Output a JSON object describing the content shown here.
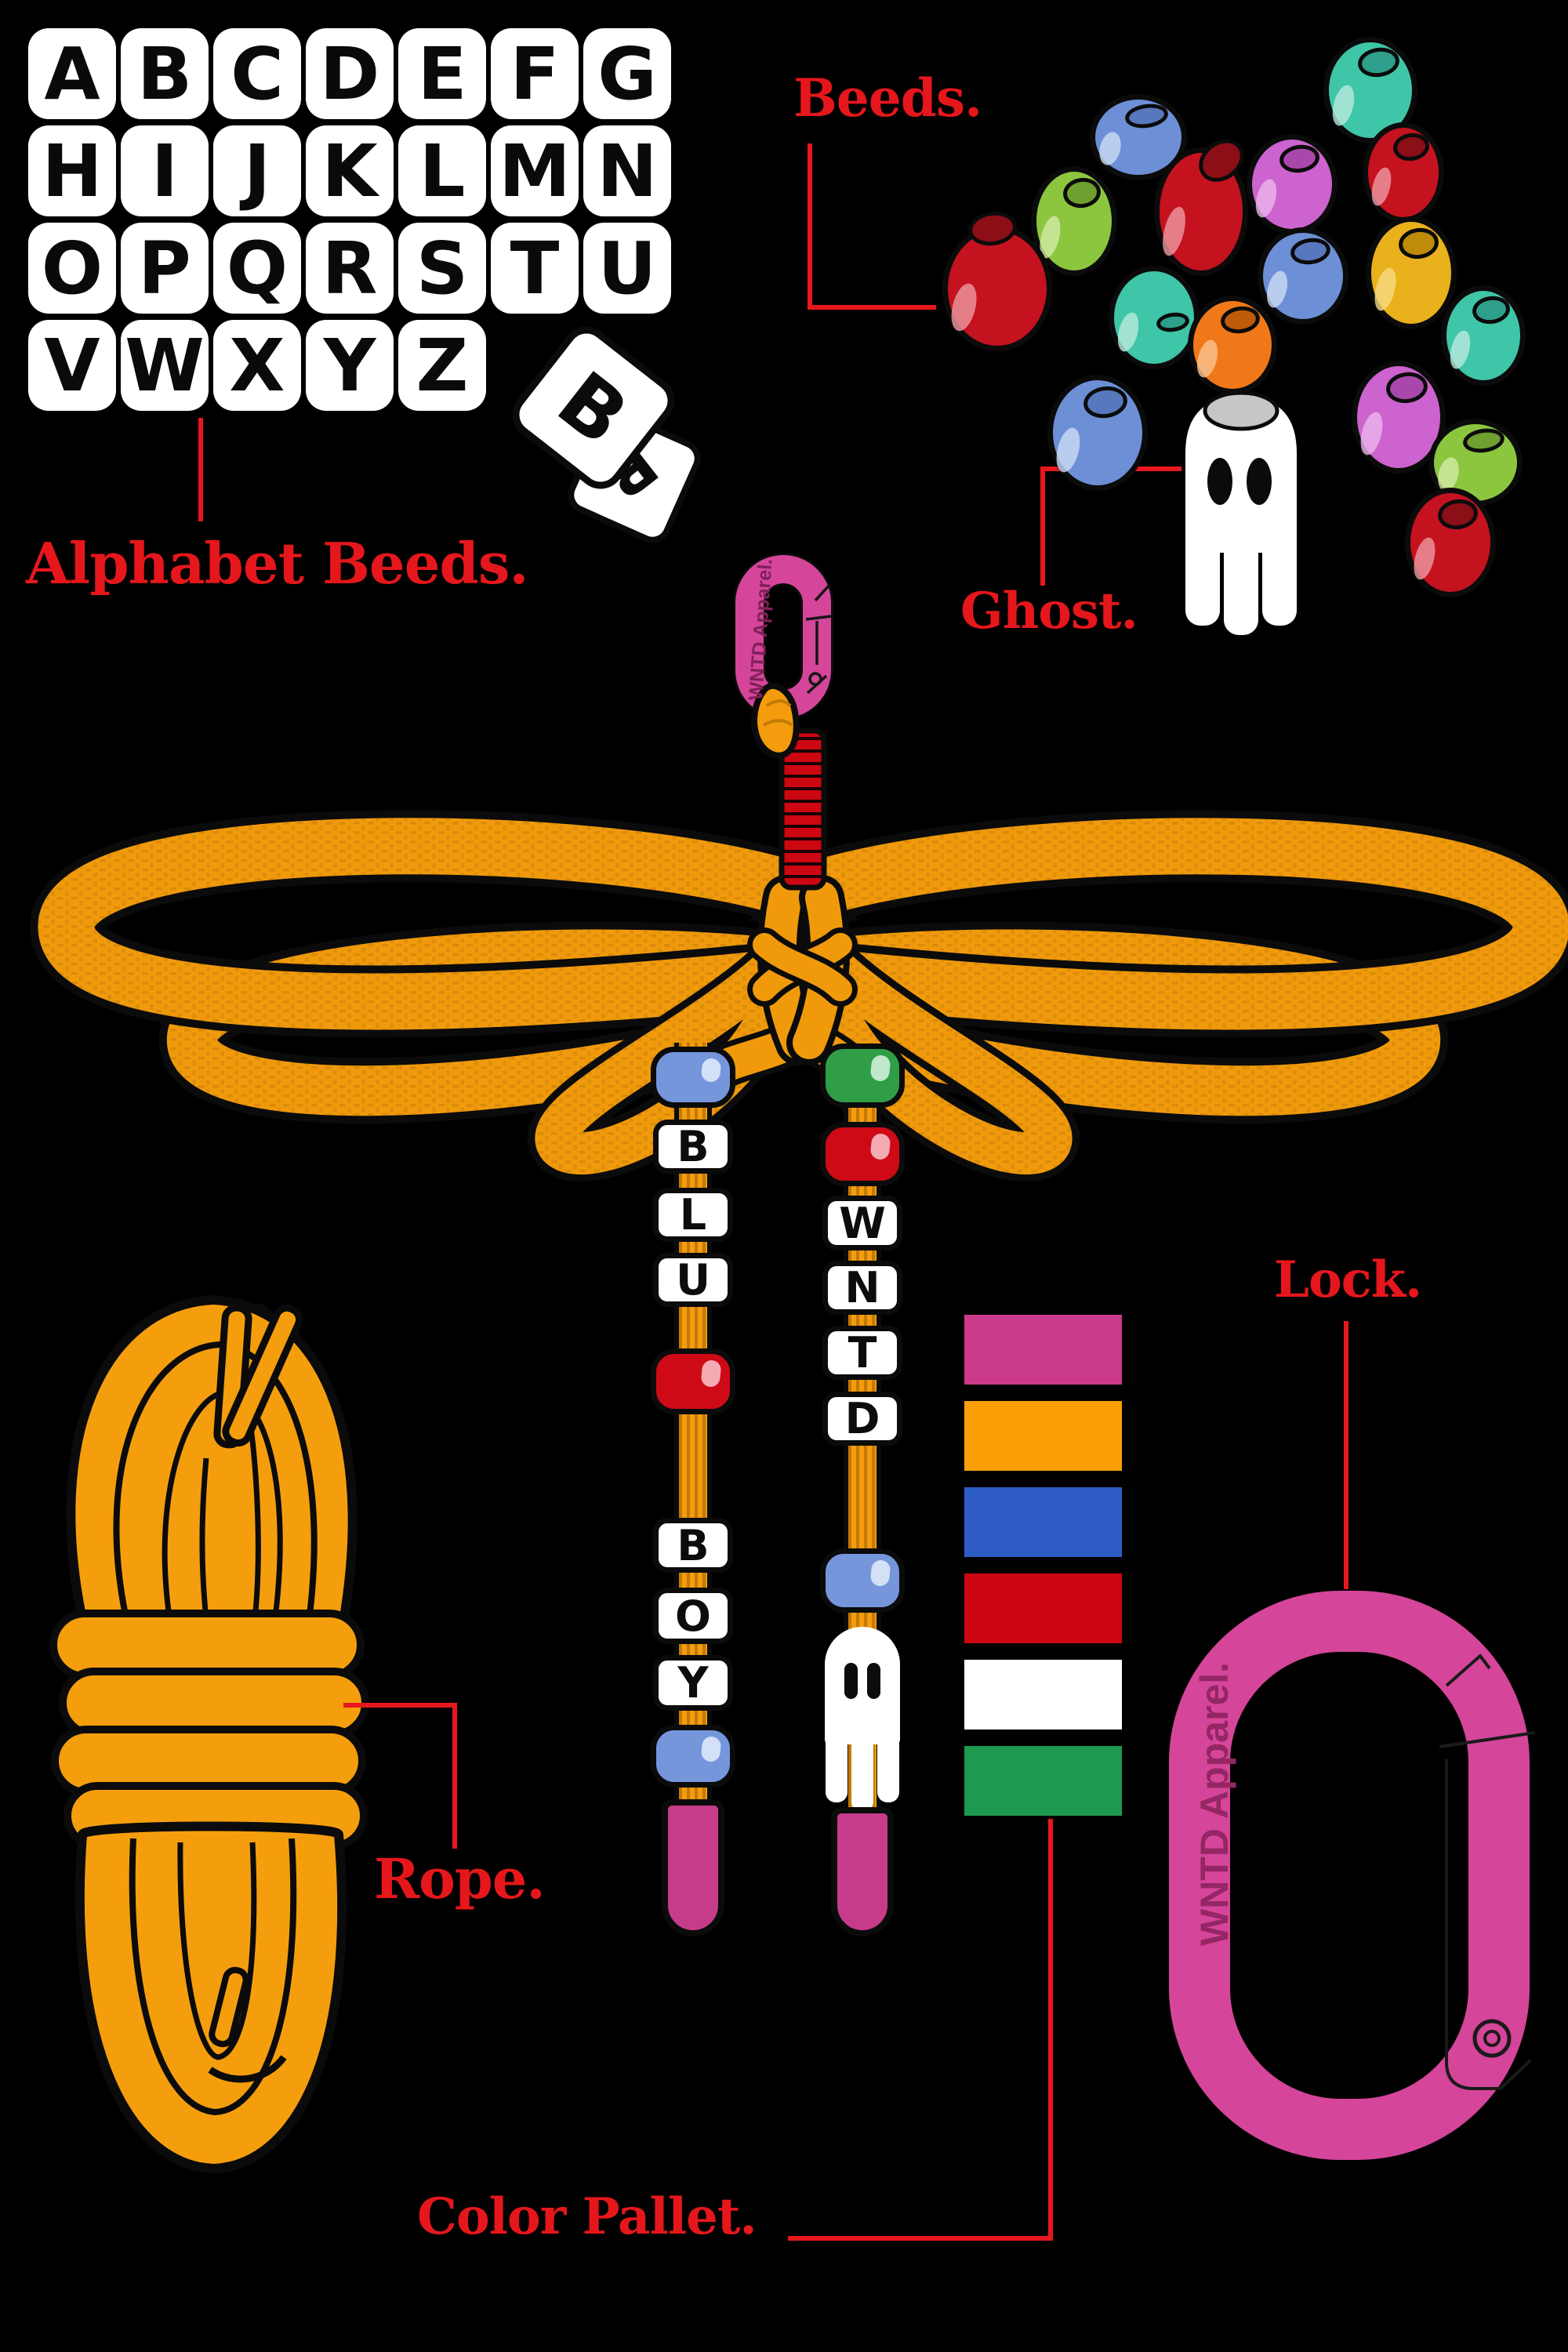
{
  "labels": {
    "alphabet_beads": "Alphabet Beeds.",
    "beads": "Beeds.",
    "ghost": "Ghost.",
    "lock": "Lock.",
    "rope": "Rope.",
    "color_pallet": "Color Pallet."
  },
  "brand": {
    "carabiner_text": "WNTD Apparel."
  },
  "alphabet": {
    "letters": "ABCDEFGHIJKLMNOPQRSTUVWXYZ",
    "cube_letter": "B"
  },
  "colors": {
    "background": "#000000",
    "label_red": "#E5171C",
    "leader_red": "#E8171D",
    "rope_orange": "#F59E0D",
    "strap_orange": "#F09A0B",
    "carabiner_pink": "#D5459A",
    "carabiner_text_color": "#952664",
    "whipping_red": "#CC0712",
    "tip_pink": "#C63C8B"
  },
  "palette": {
    "swatches": [
      "#CB3A8A",
      "#F99E06",
      "#2E5CC5",
      "#CC0712",
      "#FFFFFF",
      "#1D9A50"
    ]
  },
  "cluster": {
    "bead_colors": [
      "teal",
      "blue",
      "red",
      "orchid",
      "red",
      "yellowgreen",
      "gold",
      "blue",
      "teal",
      "red",
      "teal",
      "orchid",
      "orange",
      "blue",
      "yellowgreen",
      "red"
    ]
  },
  "bead_palette": {
    "teal": {
      "body": "#3FC5A7",
      "hole": "#2E9F8A",
      "hi": "#B9EADF"
    },
    "blue": {
      "body": "#6C8FD6",
      "hole": "#5878BE",
      "hi": "#CDDCF5"
    },
    "red": {
      "body": "#C5121F",
      "hole": "#8C0E17",
      "hi": "#EE9AA2"
    },
    "orchid": {
      "body": "#CC63CE",
      "hole": "#A948AB",
      "hi": "#EBB5EC"
    },
    "yellowgreen": {
      "body": "#8CC63F",
      "hole": "#6E9F2F",
      "hi": "#D3EBA8"
    },
    "gold": {
      "body": "#E9B11C",
      "hole": "#BE8C09",
      "hi": "#F6DC85"
    },
    "orange": {
      "body": "#F07818",
      "hole": "#BF5B08",
      "hi": "#FBC492"
    }
  },
  "strand_palette": {
    "blue": {
      "body": "#7596DB",
      "hi": "#D8E4F8"
    },
    "green": {
      "body": "#2F9E47",
      "hi": "#C9EBD4"
    },
    "red": {
      "body": "#CE0A16",
      "hi": "#F5B3BC"
    }
  },
  "strands": {
    "left": {
      "word": "BLU BOY",
      "items": [
        {
          "type": "bead",
          "color": "blue"
        },
        {
          "type": "letter",
          "char": "B"
        },
        {
          "type": "letter",
          "char": "L"
        },
        {
          "type": "letter",
          "char": "U"
        },
        {
          "type": "bead",
          "color": "red"
        },
        {
          "type": "letter",
          "char": "B"
        },
        {
          "type": "letter",
          "char": "O"
        },
        {
          "type": "letter",
          "char": "Y"
        },
        {
          "type": "bead",
          "color": "blue"
        },
        {
          "type": "tip"
        }
      ]
    },
    "right": {
      "word": "WNTD",
      "items": [
        {
          "type": "bead",
          "color": "green"
        },
        {
          "type": "bead",
          "color": "red"
        },
        {
          "type": "letter",
          "char": "W"
        },
        {
          "type": "letter",
          "char": "N"
        },
        {
          "type": "letter",
          "char": "T"
        },
        {
          "type": "letter",
          "char": "D"
        },
        {
          "type": "bead",
          "color": "blue"
        },
        {
          "type": "ghost"
        },
        {
          "type": "tip"
        }
      ]
    }
  }
}
